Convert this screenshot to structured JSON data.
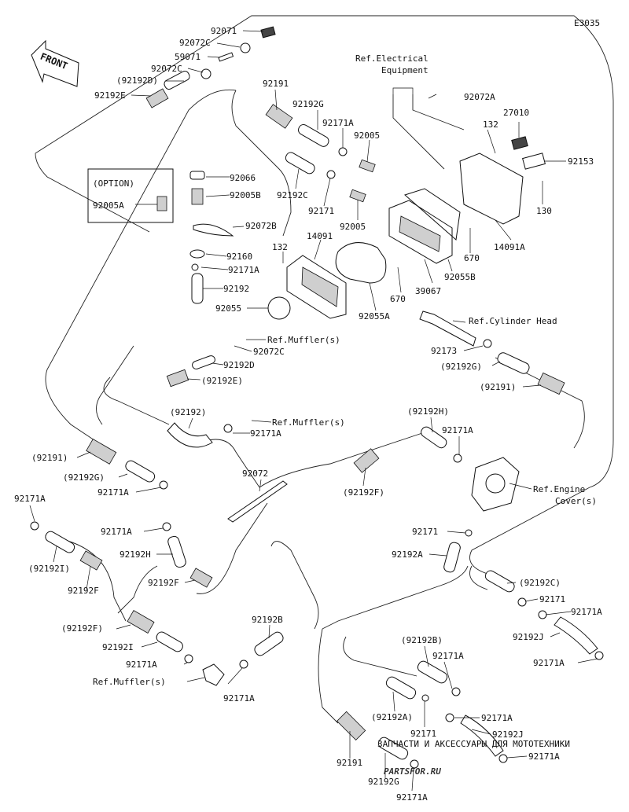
{
  "diagram_code": "E3035",
  "front_label": "FRONT",
  "option_label": "(OPTION)",
  "watermark": {
    "line1": "ЗАПЧАСТИ И АКСЕССУАРЫ ДЛЯ МОТОТЕХНИКИ",
    "line2": "PARTSFOR.RU"
  },
  "labels": [
    {
      "id": "l1",
      "text": "92071"
    },
    {
      "id": "l2",
      "text": "92072C"
    },
    {
      "id": "l3",
      "text": "59071"
    },
    {
      "id": "l4",
      "text": "92072C"
    },
    {
      "id": "l5",
      "text": "(92192D)"
    },
    {
      "id": "l6",
      "text": "92192E"
    },
    {
      "id": "l7",
      "text": "92191"
    },
    {
      "id": "l8",
      "text": "92192G"
    },
    {
      "id": "l9",
      "text": "92171A"
    },
    {
      "id": "l10",
      "text": "92005"
    },
    {
      "id": "l11",
      "text": "92192C"
    },
    {
      "id": "l12",
      "text": "92171"
    },
    {
      "id": "l13",
      "text": "92005"
    },
    {
      "id": "l14",
      "text": "Ref.Electrical"
    },
    {
      "id": "l15",
      "text": "Equipment"
    },
    {
      "id": "l16",
      "text": "92072A"
    },
    {
      "id": "l17",
      "text": "27010"
    },
    {
      "id": "l18",
      "text": "132"
    },
    {
      "id": "l19",
      "text": "92153"
    },
    {
      "id": "l20",
      "text": "130"
    },
    {
      "id": "l21",
      "text": "14091A"
    },
    {
      "id": "l22",
      "text": "670"
    },
    {
      "id": "l23",
      "text": "92055B"
    },
    {
      "id": "l24",
      "text": "39067"
    },
    {
      "id": "l25",
      "text": "670"
    },
    {
      "id": "l26",
      "text": "92055A"
    },
    {
      "id": "l27",
      "text": "14091"
    },
    {
      "id": "l28",
      "text": "132"
    },
    {
      "id": "l29",
      "text": "92066"
    },
    {
      "id": "l30",
      "text": "92005B"
    },
    {
      "id": "l31",
      "text": "92005A"
    },
    {
      "id": "l32",
      "text": "92072B"
    },
    {
      "id": "l33",
      "text": "92160"
    },
    {
      "id": "l34",
      "text": "92171A"
    },
    {
      "id": "l35",
      "text": "92192"
    },
    {
      "id": "l36",
      "text": "92055"
    },
    {
      "id": "l37",
      "text": "Ref.Muffler(s)"
    },
    {
      "id": "l38",
      "text": "92072C"
    },
    {
      "id": "l39",
      "text": "92192D"
    },
    {
      "id": "l40",
      "text": "(92192E)"
    },
    {
      "id": "l41",
      "text": "Ref.Cylinder Head"
    },
    {
      "id": "l42",
      "text": "92173"
    },
    {
      "id": "l43",
      "text": "(92192G)"
    },
    {
      "id": "l44",
      "text": "(92191)"
    },
    {
      "id": "l45",
      "text": "(92192)"
    },
    {
      "id": "l46",
      "text": "Ref.Muffler(s)"
    },
    {
      "id": "l47",
      "text": "92171A"
    },
    {
      "id": "l48",
      "text": "(92192H)"
    },
    {
      "id": "l49",
      "text": "92171A"
    },
    {
      "id": "l50",
      "text": "(92191)"
    },
    {
      "id": "l51",
      "text": "(92192G)"
    },
    {
      "id": "l52",
      "text": "92171A"
    },
    {
      "id": "l53",
      "text": "92072"
    },
    {
      "id": "l54",
      "text": "(92192F)"
    },
    {
      "id": "l55",
      "text": "Ref.Engine"
    },
    {
      "id": "l56",
      "text": "Cover(s)"
    },
    {
      "id": "l57",
      "text": "92171A"
    },
    {
      "id": "l58",
      "text": "92171A"
    },
    {
      "id": "l59",
      "text": "92171"
    },
    {
      "id": "l60",
      "text": "(92192I)"
    },
    {
      "id": "l61",
      "text": "92192H"
    },
    {
      "id": "l62",
      "text": "92192A"
    },
    {
      "id": "l63",
      "text": "92192F"
    },
    {
      "id": "l64",
      "text": "92192F"
    },
    {
      "id": "l65",
      "text": "(92192C)"
    },
    {
      "id": "l66",
      "text": "92171"
    },
    {
      "id": "l67",
      "text": "92171A"
    },
    {
      "id": "l68",
      "text": "(92192F)"
    },
    {
      "id": "l69",
      "text": "92192J"
    },
    {
      "id": "l70",
      "text": "92192B"
    },
    {
      "id": "l71",
      "text": "92192I"
    },
    {
      "id": "l72",
      "text": "(92192B)"
    },
    {
      "id": "l73",
      "text": "92171A"
    },
    {
      "id": "l74",
      "text": "92171A"
    },
    {
      "id": "l75",
      "text": "92171A"
    },
    {
      "id": "l76",
      "text": "Ref.Muffler(s)"
    },
    {
      "id": "l77",
      "text": "92171A"
    },
    {
      "id": "l78",
      "text": "(92192A)"
    },
    {
      "id": "l79",
      "text": "92171"
    },
    {
      "id": "l80",
      "text": "92171A"
    },
    {
      "id": "l81",
      "text": "92192J"
    },
    {
      "id": "l82",
      "text": "92191"
    },
    {
      "id": "l83",
      "text": "92192G"
    },
    {
      "id": "l84",
      "text": "92171A"
    },
    {
      "id": "l85",
      "text": "92171A"
    }
  ]
}
